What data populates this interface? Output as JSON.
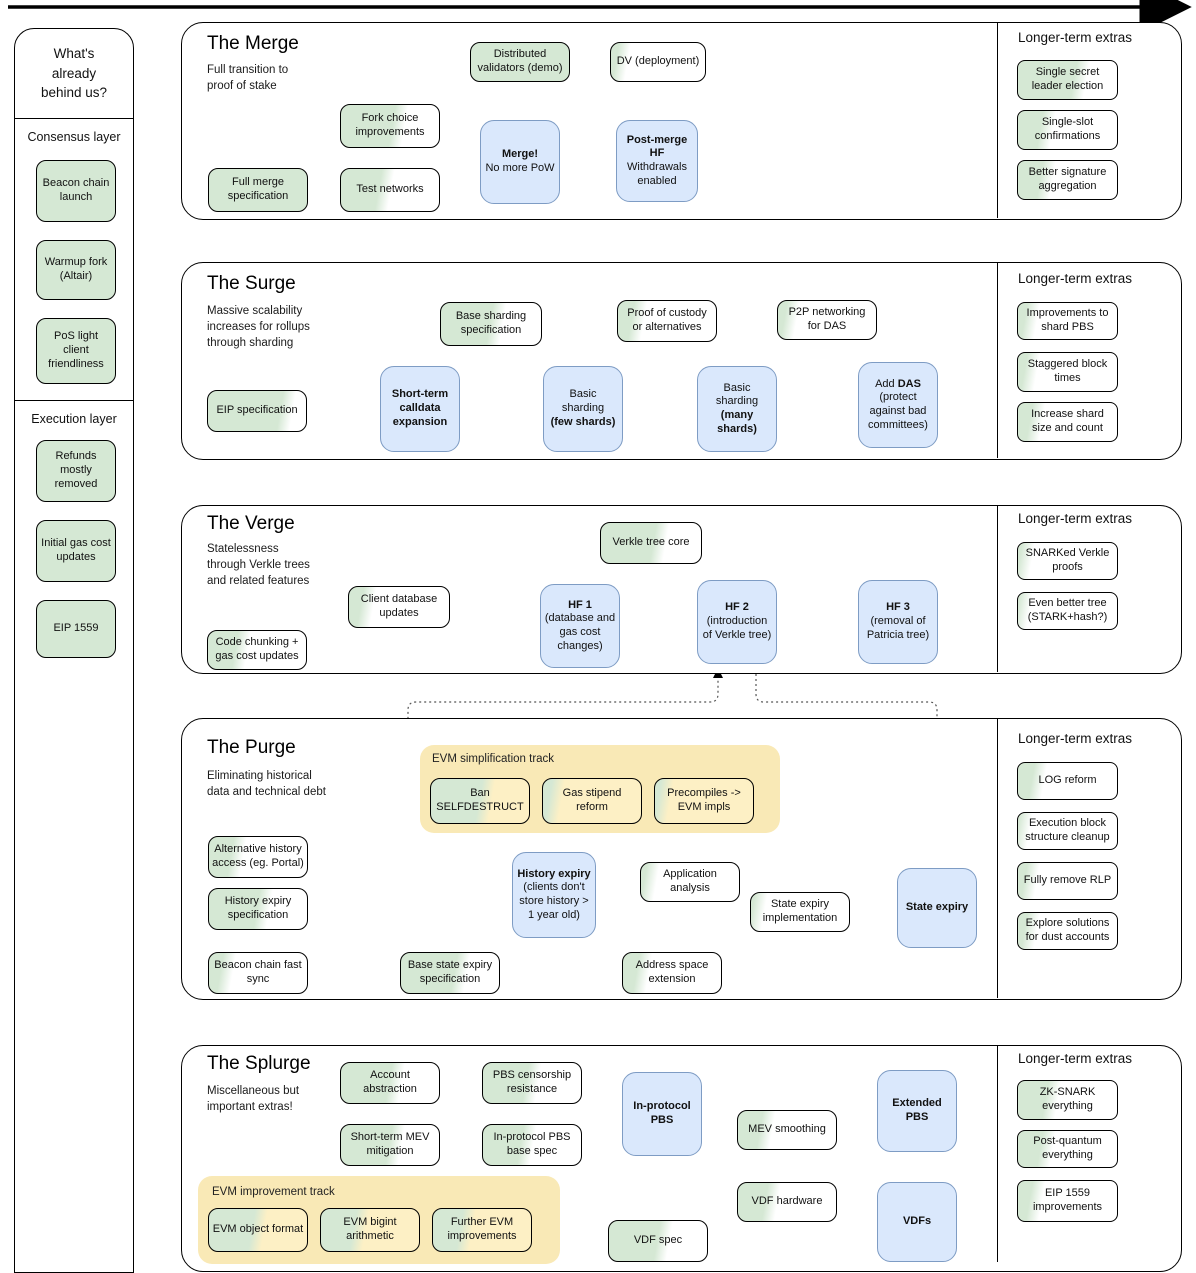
{
  "colors": {
    "green": "#d5e8d4",
    "blue": "#dae8fc",
    "blue_border": "#7e9cc4",
    "yellow": "#f9e9b6",
    "yellow_box": "#fdf0c5"
  },
  "sidebar": {
    "title": "What's\nalready\nbehind us?",
    "consensus_heading": "Consensus layer",
    "consensus_items": [
      {
        "label": "Beacon chain launch"
      },
      {
        "label": "Warmup fork (Altair)"
      },
      {
        "label": "PoS light client friendliness"
      }
    ],
    "execution_heading": "Execution layer",
    "execution_items": [
      {
        "label": "Refunds mostly removed"
      },
      {
        "label": "Initial gas cost updates"
      },
      {
        "label": "EIP 1559"
      }
    ]
  },
  "sections": {
    "merge": {
      "title": "The Merge",
      "subtitle": "Full transition to\nproof of stake",
      "extras_heading": "Longer-term extras",
      "nodes": {
        "dv_demo": {
          "label": "Distributed validators (demo)"
        },
        "dv_deploy": {
          "label": "DV (deployment)"
        },
        "fork_choice": {
          "label": "Fork choice improvements"
        },
        "full_spec": {
          "label": "Full merge specification"
        },
        "test_networks": {
          "label": "Test networks"
        },
        "merge": {
          "pre": "",
          "bold": "Merge!",
          "rest": "No more PoW"
        },
        "post_merge": {
          "pre": "",
          "bold": "Post-merge HF",
          "rest": "Withdrawals enabled"
        }
      },
      "extras": [
        {
          "label": "Single secret leader election"
        },
        {
          "label": "Single-slot confirmations"
        },
        {
          "label": "Better signature aggregation"
        }
      ]
    },
    "surge": {
      "title": "The Surge",
      "subtitle": "Massive scalability\nincreases for rollups\nthrough sharding",
      "extras_heading": "Longer-term extras",
      "nodes": {
        "base_spec": {
          "label": "Base sharding specification"
        },
        "proof_custody": {
          "label": "Proof of custody or alternatives"
        },
        "p2p_das": {
          "label": "P2P networking for DAS"
        },
        "eip_spec": {
          "label": "EIP specification"
        },
        "calldata": {
          "pre": "",
          "bold": "Short-term calldata expansion",
          "rest": ""
        },
        "few_shards": {
          "pre": "Basic sharding",
          "bold": "(few shards)",
          "rest": ""
        },
        "many_shards": {
          "pre": "Basic sharding",
          "bold": "(many shards)",
          "rest": ""
        },
        "add_das": {
          "pre": "Add ",
          "bold": "DAS",
          "rest": "(protect against bad committees)"
        }
      },
      "extras": [
        {
          "label": "Improvements to shard PBS"
        },
        {
          "label": "Staggered block times"
        },
        {
          "label": "Increase shard size and count"
        }
      ]
    },
    "verge": {
      "title": "The Verge",
      "subtitle": "Statelessness\nthrough Verkle trees\nand related features",
      "extras_heading": "Longer-term extras",
      "nodes": {
        "verkle_core": {
          "label": "Verkle tree core"
        },
        "client_db": {
          "label": "Client database updates"
        },
        "code_chunking": {
          "label": "Code chunking + gas cost updates"
        },
        "hf1": {
          "pre": "",
          "bold": "HF 1",
          "rest": "(database and gas cost changes)"
        },
        "hf2": {
          "pre": "",
          "bold": "HF 2",
          "rest": "(introduction of Verkle tree)"
        },
        "hf3": {
          "pre": "",
          "bold": "HF 3",
          "rest": "(removal of Patricia tree)"
        }
      },
      "extras": [
        {
          "label": "SNARKed Verkle proofs"
        },
        {
          "label": "Even better tree (STARK+hash?)"
        }
      ]
    },
    "purge": {
      "title": "The Purge",
      "subtitle": "Eliminating historical\ndata and technical debt",
      "extras_heading": "Longer-term extras",
      "track_label": "EVM simplification track",
      "nodes": {
        "ban_selfdestruct": {
          "label": "Ban SELFDESTRUCT"
        },
        "gas_stipend": {
          "label": "Gas stipend reform"
        },
        "precompiles": {
          "label": "Precompiles -> EVM impls"
        },
        "alt_history": {
          "label": "Alternative history access (eg. Portal)"
        },
        "history_spec": {
          "label": "History expiry specification"
        },
        "beacon_sync": {
          "label": "Beacon chain fast sync"
        },
        "history_expiry": {
          "pre": "",
          "bold": "History expiry",
          "rest": "(clients don't store history > 1 year old)"
        },
        "app_analysis": {
          "label": "Application analysis"
        },
        "state_impl": {
          "label": "State expiry implementation"
        },
        "base_state_spec": {
          "label": "Base state expiry specification"
        },
        "addr_space": {
          "label": "Address space extension"
        },
        "state_expiry": {
          "pre": "",
          "bold": "State expiry",
          "rest": ""
        }
      },
      "extras": [
        {
          "label": "LOG reform"
        },
        {
          "label": "Execution block structure cleanup"
        },
        {
          "label": "Fully remove RLP"
        },
        {
          "label": "Explore solutions for dust accounts"
        }
      ]
    },
    "splurge": {
      "title": "The Splurge",
      "subtitle": "Miscellaneous but\nimportant extras!",
      "extras_heading": "Longer-term extras",
      "track_label": "EVM improvement track",
      "nodes": {
        "account_abstraction": {
          "label": "Account abstraction"
        },
        "pbs_censorship": {
          "label": "PBS censorship resistance"
        },
        "short_mev": {
          "label": "Short-term MEV mitigation"
        },
        "pbs_base_spec": {
          "label": "In-protocol PBS base spec"
        },
        "inprotocol_pbs": {
          "pre": "",
          "bold": "In-protocol PBS",
          "rest": ""
        },
        "mev_smoothing": {
          "label": "MEV smoothing"
        },
        "extended_pbs": {
          "pre": "",
          "bold": "Extended PBS",
          "rest": ""
        },
        "vdf_hardware": {
          "label": "VDF hardware"
        },
        "vdf_spec": {
          "label": "VDF spec"
        },
        "vdfs": {
          "pre": "",
          "bold": "VDFs",
          "rest": ""
        },
        "evm_object": {
          "label": "EVM object format"
        },
        "evm_bigint": {
          "label": "EVM bigint arithmetic"
        },
        "further_evm": {
          "label": "Further EVM improvements"
        }
      },
      "extras": [
        {
          "label": "ZK-SNARK everything"
        },
        {
          "label": "Post-quantum everything"
        },
        {
          "label": "EIP 1559 improvements"
        }
      ]
    }
  }
}
